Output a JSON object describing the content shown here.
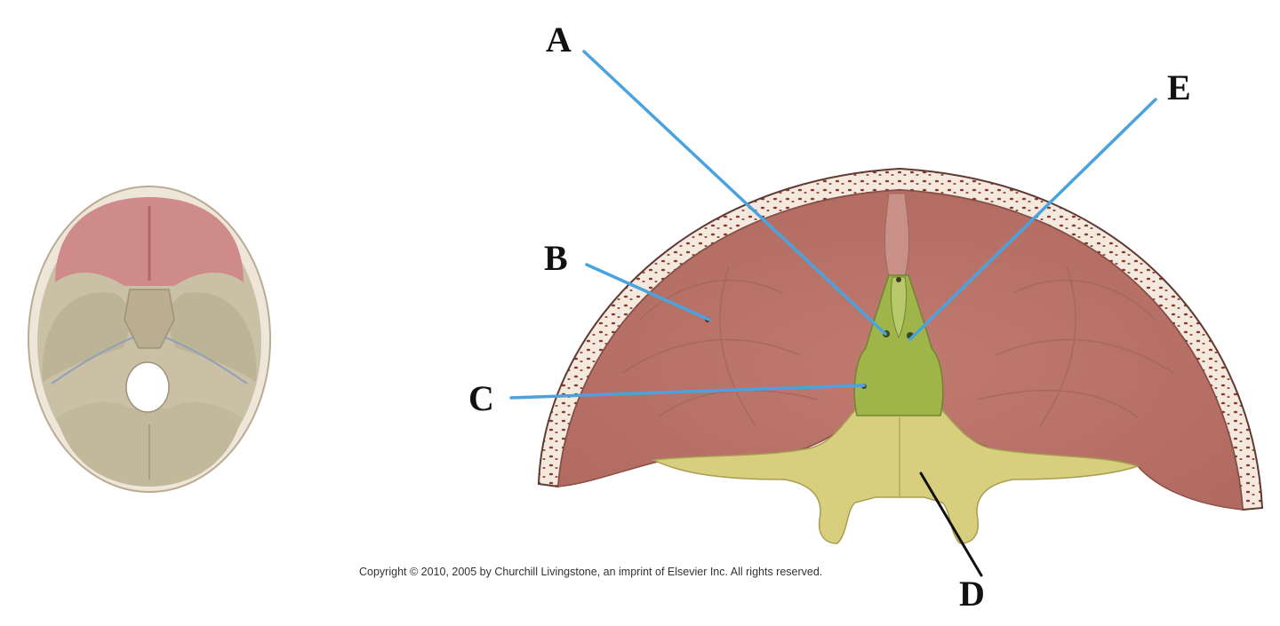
{
  "labels": {
    "a": "A",
    "b": "B",
    "c": "C",
    "d": "D",
    "e": "E"
  },
  "copyright": "Copyright © 2010, 2005 by Churchill Livingstone, an imprint of Elsevier Inc. All rights reserved.",
  "colors": {
    "frontal_fossa": "#c9857c",
    "frontal_fossa_overview": "#cf8a8a",
    "skull_bone": "#c9c0a6",
    "skull_rim": "#f1e6dc",
    "rim_dots": "#8b3a2e",
    "ethmoid_green": "#9fb54a",
    "sphenoid_yellow": "#d8cf7e",
    "pointer_blue": "#4aa3df",
    "pointer_black": "#111111"
  }
}
